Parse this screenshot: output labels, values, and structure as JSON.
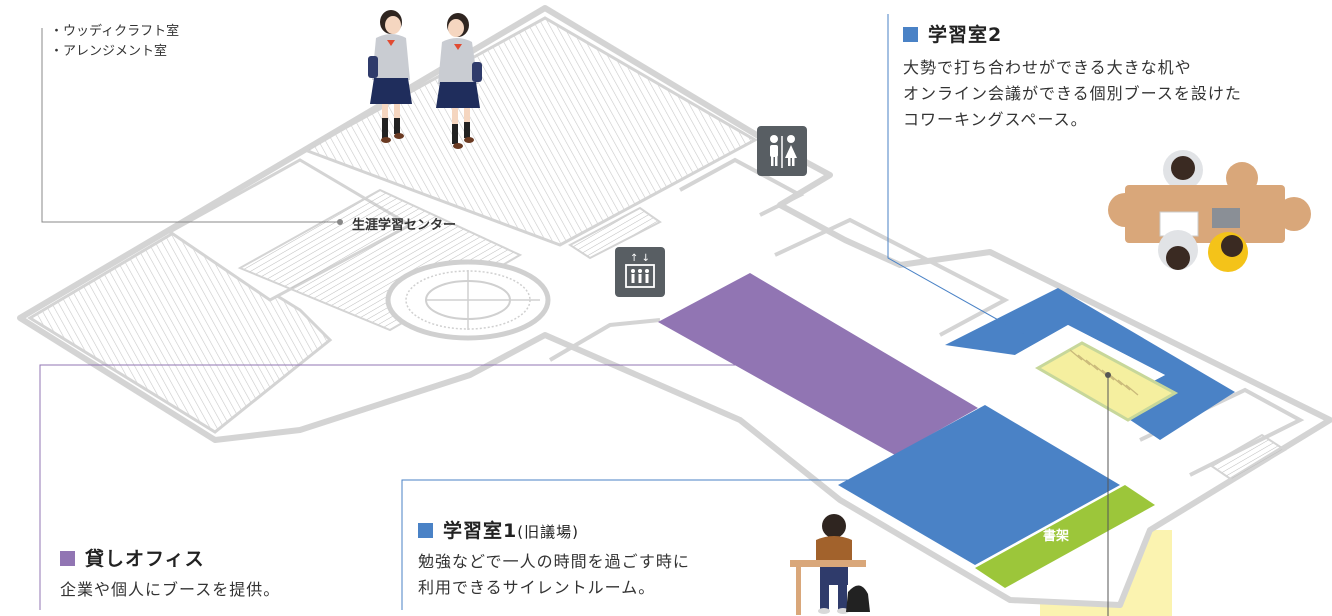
{
  "top_list": [
    "・ウッディクラフト室",
    "・アレンジメント室"
  ],
  "labels": {
    "lifelong_center": "生涯学習センター",
    "bookshelf": "書架"
  },
  "study2": {
    "title": "学習室2",
    "lines": [
      "大勢で打ち合わせができる大きな机や",
      "オンライン会議ができる個別ブースを設けた",
      "コワーキングスペース。"
    ]
  },
  "study1": {
    "title": "学習室1",
    "subtitle": "(旧議場)",
    "lines": [
      "勉強などで一人の時間を過ごす時に",
      "利用できるサイレントルーム。"
    ]
  },
  "office": {
    "title": "貸しオフィス",
    "lines": [
      "企業や個人にブースを提供。"
    ]
  },
  "colors": {
    "study_blue": "#4a82c6",
    "office_purple": "#9175b3",
    "bookshelf_green": "#9cc63a",
    "highlight_yellow": "#fbf3b0",
    "floor_line": "#d2d2d2",
    "icon_bg": "#585e63"
  },
  "icons": [
    "restroom-icon",
    "elevator-icon"
  ]
}
